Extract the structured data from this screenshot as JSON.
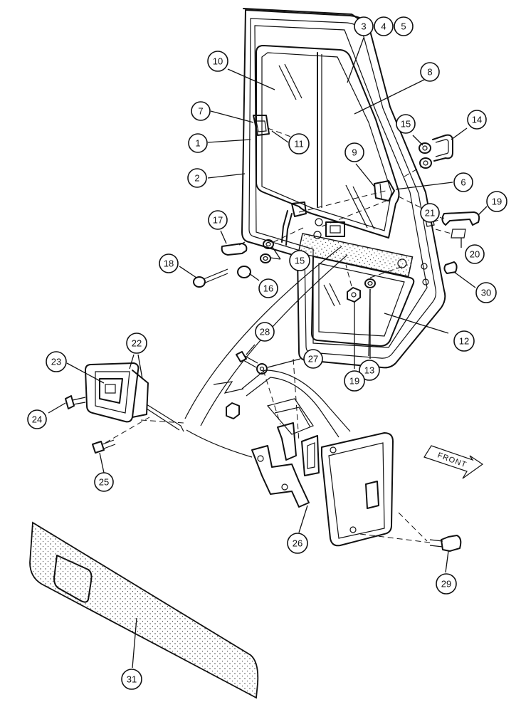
{
  "callouts": {
    "c1": "1",
    "c2": "2",
    "c3": "3",
    "c4": "4",
    "c5": "5",
    "c6": "6",
    "c7": "7",
    "c8": "8",
    "c9": "9",
    "c10": "10",
    "c11": "11",
    "c12": "12",
    "c13": "13",
    "c14": "14",
    "c15a": "15",
    "c15b": "15",
    "c16": "16",
    "c17": "17",
    "c18": "18",
    "c19a": "19",
    "c19b": "19",
    "c20": "20",
    "c21": "21",
    "c22": "22",
    "c23": "23",
    "c24": "24",
    "c25": "25",
    "c26": "26",
    "c27": "27",
    "c28": "28",
    "c29": "29",
    "c30": "30",
    "c31": "31"
  },
  "front_label": "FRONT",
  "colors": {
    "line": "#111111",
    "background": "#ffffff"
  }
}
